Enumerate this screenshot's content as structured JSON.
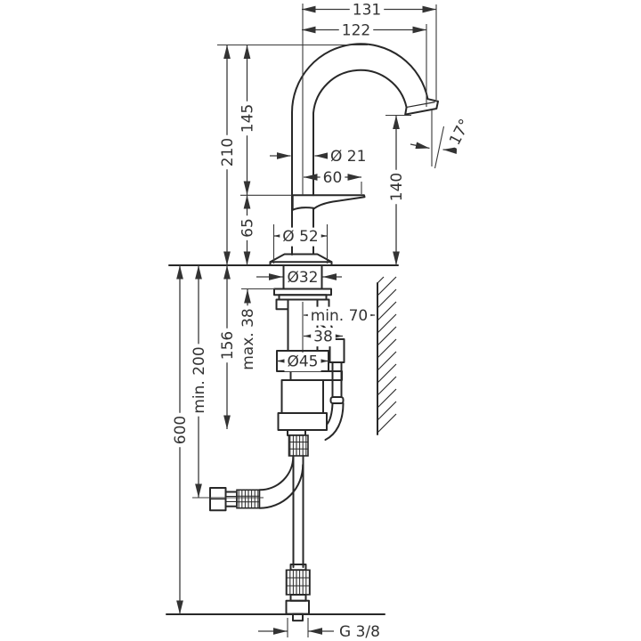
{
  "drawing": {
    "type": "faucet-installation-dimension-drawing",
    "line_color": "#282828",
    "text_color": "#333333",
    "background": "#ffffff",
    "dims": {
      "overall_width": "131",
      "spout_reach": "122",
      "spout_height": "145",
      "total_height": "210",
      "base_height": "65",
      "spout_pipe_diameter": "Ø 21",
      "handle_reach": "60",
      "outlet_height": "140",
      "base_diameter": "Ø 52",
      "shank_diameter": "Ø32",
      "deck_thickness": "max. 38",
      "body_length": "156",
      "clearance_below": "min. 200",
      "hose_length": "600",
      "wall_clearance": "min. 70",
      "cable_offset": "38",
      "body_diameter": "Ø45",
      "supply_thread": "G 3/8",
      "outlet_angle": "17°"
    }
  }
}
